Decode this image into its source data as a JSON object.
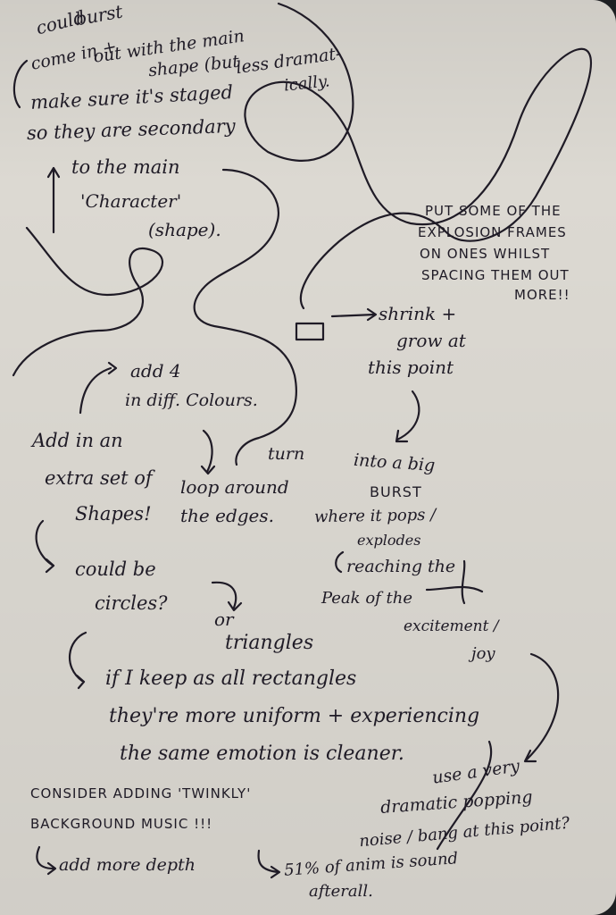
{
  "notes": {
    "could_burst": "could",
    "come_in_burst": "come in + burst",
    "out_with_main": "out with the main",
    "shape_but": "shape (but",
    "less_dramat": "less dramat-",
    "ically": "ically.",
    "make_sure": "make sure it's staged",
    "so_they_are": "so they are secondary",
    "to_the_main": "to the main",
    "character": "'Character'",
    "shape_paren": "(shape).",
    "put_some_1": "PUT SOME OF THE",
    "put_some_2": "EXPLOSION FRAMES",
    "put_some_3": "ON ONES WHILST",
    "put_some_4": "SPACING THEM OUT",
    "put_some_5": "MORE!!",
    "shrink": "shrink +",
    "grow_at": "grow at",
    "this_point": "this point",
    "add_4": "add 4",
    "in_diff": "in diff. Colours.",
    "add_in_an": "Add in an",
    "extra_set": "extra set of",
    "shapes": "Shapes!",
    "loop_around": "loop around",
    "the_edges": "the edges.",
    "turn": "turn",
    "into_a_big": "into a big",
    "burst": "BURST",
    "where_it_pops": "where it pops /",
    "explodes": "explodes",
    "reaching_the": "reaching the",
    "peak_of_the": "Peak of the",
    "excitement": "excitement /",
    "joy": "joy",
    "could_be": "could be",
    "circles": "circles?",
    "or": "or",
    "triangles": "triangles",
    "if_i_keep": "if I keep as all rectangles",
    "theyre_more": "they're more uniform + experiencing",
    "same_emotion": "the same emotion is cleaner.",
    "use_a_very": "use a very",
    "dramatic_popping": "dramatic popping",
    "noise_bang": "noise / bang at this point?",
    "consider_1": "CONSIDER ADDING 'TWINKLY'",
    "consider_2": "BACKGROUND MUSIC !!!",
    "add_more_depth": "add more depth",
    "fifty_one": "51% of anim is sound",
    "afterall": "afterall."
  },
  "colors": {
    "paper": "#dcd9d2",
    "ink": "#1f1b26",
    "background": "#1d1f22"
  }
}
